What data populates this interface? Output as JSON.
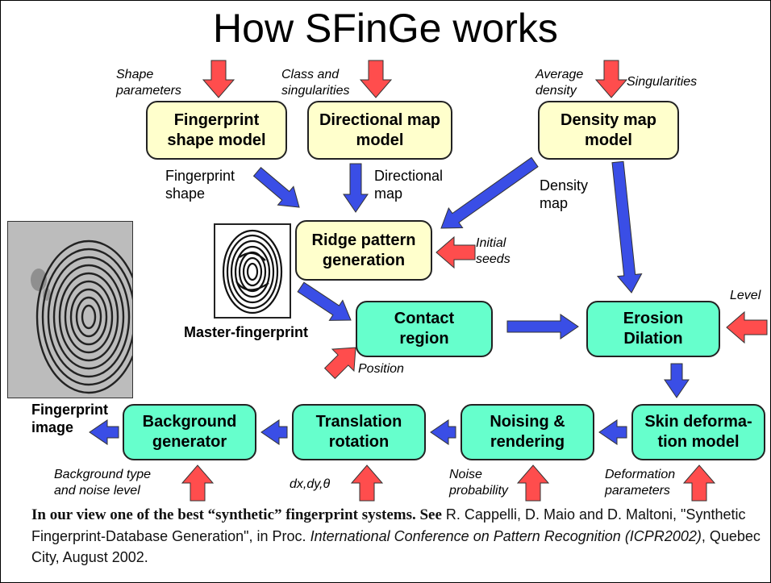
{
  "title": "How SFinGe works",
  "boxes": {
    "shape_model": "Fingerprint\nshape model",
    "directional_model": "Directional map\nmodel",
    "density_model": "Density map\nmodel",
    "ridge_generation": "Ridge pattern\ngeneration",
    "contact_region": "Contact\nregion",
    "erosion_dilation": "Erosion\nDilation",
    "skin_deformation": "Skin deforma-\ntion model",
    "noising_rendering": "Noising &\nrendering",
    "translation_rotation": "Translation\nrotation",
    "background_generator": "Background\ngenerator"
  },
  "inputs": {
    "shape_parameters": "Shape\nparameters",
    "class_singularities": "Class and\nsingularities",
    "average_density": "Average\ndensity",
    "singularities": "Singularities",
    "initial_seeds": "Initial\nseeds",
    "level": "Level",
    "position": "Position",
    "background_type": "Background type\nand noise level",
    "dx_dy_theta": "dx,dy,θ",
    "noise_probability": "Noise\nprobability",
    "deformation_parameters": "Deformation\nparameters"
  },
  "flow_labels": {
    "fingerprint_shape": "Fingerprint\nshape",
    "directional_map": "Directional\nmap",
    "density_map": "Density\nmap",
    "master_fingerprint": "Master-fingerprint",
    "fingerprint_image": "Fingerprint\nimage"
  },
  "footer": {
    "lead": "In our view one of the best “synthetic” fingerprint systems. See",
    "authors": " R. Cappelli, D. Maio and D. Maltoni, \"Synthetic Fingerprint-Database Generation\", in Proc. ",
    "venue": "International Conference on Pattern Recognition (ICPR2002)",
    "tail": ", Quebec City, August 2002."
  },
  "colors": {
    "yellow_box": "#ffffcc",
    "green_box": "#66ffcc",
    "input_arrow": "#ff4d4d",
    "flow_arrow": "#3a4ee6"
  }
}
